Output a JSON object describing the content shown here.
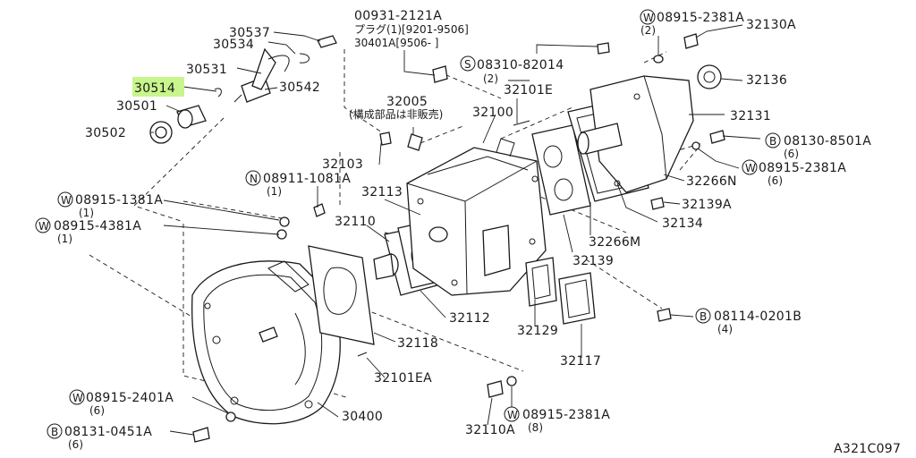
{
  "diagram": {
    "code": "A321C097",
    "highlight_color": "#c8f58c",
    "labels": {
      "p30537": "30537",
      "p30534": "30534",
      "p30531": "30531",
      "p30514": "30514",
      "p30542": "30542",
      "p30501": "30501",
      "p30502": "30502",
      "plug_code": "00931-2121A",
      "plug_line2": "プラグ(1)[9201-9506]",
      "plug_line3": "30401A[9506-      ]",
      "p32005": "32005",
      "p32005_note": "(構成部品は非販売)",
      "p32100": "32100",
      "p32101E": "32101E",
      "s08310_code": "08310-82014",
      "s08310_qty": "(2)",
      "w08915a_code": "08915-2381A",
      "w08915a_qty": "(2)",
      "p32130A": "32130A",
      "p32136": "32136",
      "p32131": "32131",
      "b08130_code": "08130-8501A",
      "b08130_qty": "(6)",
      "w08915b_code": "08915-2381A",
      "w08915b_qty": "(6)",
      "p32266N": "32266N",
      "p32139A": "32139A",
      "p32134": "32134",
      "p32266M": "32266M",
      "p32139": "32139",
      "p32103": "32103",
      "n08911_code": "08911-1081A",
      "n08911_qty": "(1)",
      "w08915c_code": "08915-1381A",
      "w08915c_qty": "(1)",
      "w08915d_code": "08915-4381A",
      "w08915d_qty": "(1)",
      "p32113": "32113",
      "p32110": "32110",
      "p32112": "32112",
      "p32129": "32129",
      "p32117": "32117",
      "b08114_code": "08114-0201B",
      "b08114_qty": "(4)",
      "p32118": "32118",
      "p32101EA": "32101EA",
      "w08915e_code": "08915-2401A",
      "w08915e_qty": "(6)",
      "p30400": "30400",
      "b08131_code": "08131-0451A",
      "b08131_qty": "(6)",
      "p32110A": "32110A",
      "w08915f_code": "08915-2381A",
      "w08915f_qty": "(8)",
      "letter_w": "W",
      "letter_s": "S",
      "letter_b": "B",
      "letter_n": "N"
    }
  }
}
